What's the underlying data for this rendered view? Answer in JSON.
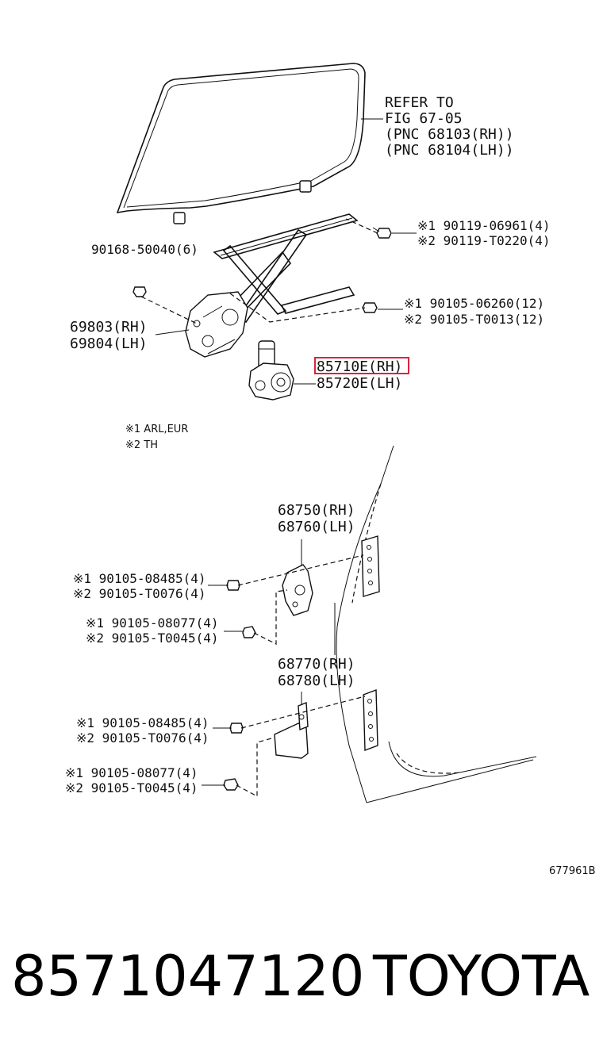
{
  "refer_note": [
    "REFER TO",
    "FIG 67-05",
    "(PNC 68103(RH))",
    "(PNC 68104(LH))"
  ],
  "callouts": {
    "bolt_a": [
      "※1 90119-06961(4)",
      "※2 90119-T0220(4)"
    ],
    "bolt_b": "90168-50040(6)",
    "bolt_c": [
      "※1 90105-06260(12)",
      "※2 90105-T0013(12)"
    ],
    "regulator": [
      "69803(RH)",
      "69804(LH)"
    ],
    "motor_rh": "85710E(RH)",
    "motor_lh": "85720E(LH)",
    "hinge_upper": [
      "68750(RH)",
      "68760(LH)"
    ],
    "hinge_upper_bolt_a": [
      "※1 90105-08485(4)",
      "※2 90105-T0076(4)"
    ],
    "hinge_upper_bolt_b": [
      "※1 90105-08077(4)",
      "※2 90105-T0045(4)"
    ],
    "hinge_lower": [
      "68770(RH)",
      "68780(LH)"
    ],
    "hinge_lower_bolt_a": [
      "※1 90105-08485(4)",
      "※2 90105-T0076(4)"
    ],
    "hinge_lower_bolt_b": [
      "※1 90105-08077(4)",
      "※2 90105-T0045(4)"
    ]
  },
  "notes": [
    "※1 ARL,EUR",
    "※2 TH"
  ],
  "figure_id": "677961B",
  "footer": {
    "part_number": "8571047120",
    "brand": "TOYOTA"
  },
  "highlight_color": "#d9253b"
}
